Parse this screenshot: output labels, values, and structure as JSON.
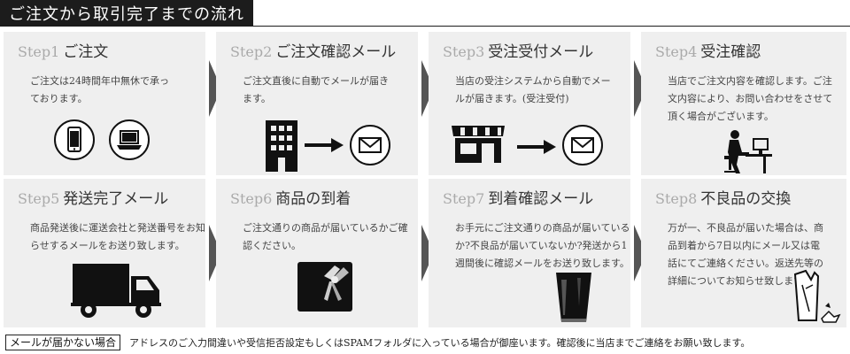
{
  "header": {
    "title": "ご注文から取引完了までの流れ"
  },
  "steps": [
    {
      "num": "Step1",
      "title": "ご注文",
      "desc": "ご注文は24時間年中無休で承っております。"
    },
    {
      "num": "Step2",
      "title": "ご注文確認メール",
      "desc": "ご注文直後に自動でメールが届きます。"
    },
    {
      "num": "Step3",
      "title": "受注受付メール",
      "desc": "当店の受注システムから自動でメールが届きます。(受注受付)"
    },
    {
      "num": "Step4",
      "title": "受注確認",
      "desc": "当店でご注文内容を確認します。ご注文内容により、お問い合わせをさせて頂く場合がございます。"
    },
    {
      "num": "Step5",
      "title": "発送完了メール",
      "desc": "商品発送後に運送会社と発送番号をお知らせするメールをお送り致します。"
    },
    {
      "num": "Step6",
      "title": "商品の到着",
      "desc": "ご注文通りの商品が届いているかご確認ください。"
    },
    {
      "num": "Step7",
      "title": "到着確認メール",
      "desc": "お手元にご注文通りの商品が届いているか?不良品が届いていないか?発送から1週間後に確認メールをお送り致します。"
    },
    {
      "num": "Step8",
      "title": "不良品の交換",
      "desc": "万が一、不良品が届いた場合は、商品到着から7日以内にメール又は電話にてご連絡ください。返送先等の詳細についてお知らせ致します。"
    }
  ],
  "footer": {
    "label": "メールが届かない場合",
    "text": "アドレスのご入力間違いや受信拒否設定もしくはSPAMフォルダに入っている場合が御座います。確認後に当店までご連絡をお願い致します。"
  },
  "icons": [
    "smartphone-icon",
    "laptop-icon",
    "building-icon",
    "arrow-right-icon",
    "envelope-icon",
    "shop-icon",
    "person-at-computer-icon",
    "truck-icon",
    "gift-box-icon",
    "glass-icon",
    "broken-glass-icon"
  ],
  "colors": {
    "title_bg": "#1c1c1c",
    "panel_bg": "#efefef",
    "arrow": "#555555",
    "icon": "#111111"
  }
}
